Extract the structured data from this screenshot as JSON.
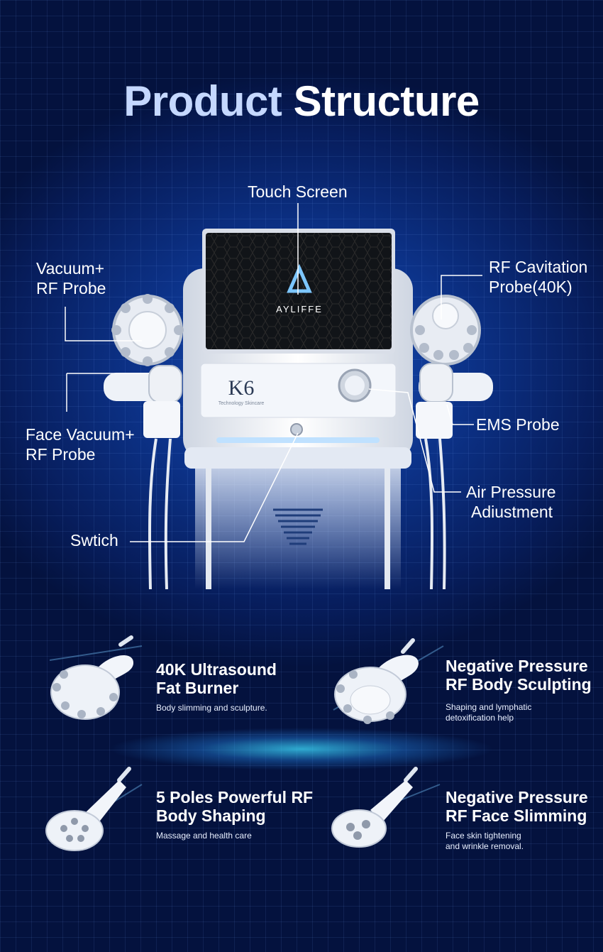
{
  "heading": {
    "part1": "Product",
    "part2": "Structure"
  },
  "machine": {
    "brand_logo_text": "AYLIFFE",
    "model": "K6",
    "model_subtitle": "Technology Skincare"
  },
  "labels": {
    "touch_screen": "Touch Screen",
    "vacuum_rf_probe_l1": "Vacuum+",
    "vacuum_rf_probe_l2": "RF Probe",
    "rf_cavitation_l1": "RF Cavitation",
    "rf_cavitation_l2": "Probe(40K)",
    "face_vacuum_l1": "Face Vacuum+",
    "face_vacuum_l2": "RF Probe",
    "ems_probe": "EMS Probe",
    "air_pressure_l1": "Air Pressure",
    "air_pressure_l2": "Adiustment",
    "switch": "Swtich"
  },
  "features": [
    {
      "title_l1": "40K Ultrasound",
      "title_l2": "Fat Burner",
      "desc_l1": "Body slimming and sculpture.",
      "desc_l2": ""
    },
    {
      "title_l1": "Negative Pressure",
      "title_l2": "RF Body Sculpting",
      "desc_l1": "Shaping and lymphatic",
      "desc_l2": "detoxification help"
    },
    {
      "title_l1": "5 Poles Powerful RF",
      "title_l2": "Body Shaping",
      "desc_l1": "Massage and health care",
      "desc_l2": ""
    },
    {
      "title_l1": "Negative Pressure",
      "title_l2": "RF Face Slimming",
      "desc_l1": "Face skin tightening",
      "desc_l2": "and wrinkle removal."
    }
  ]
}
